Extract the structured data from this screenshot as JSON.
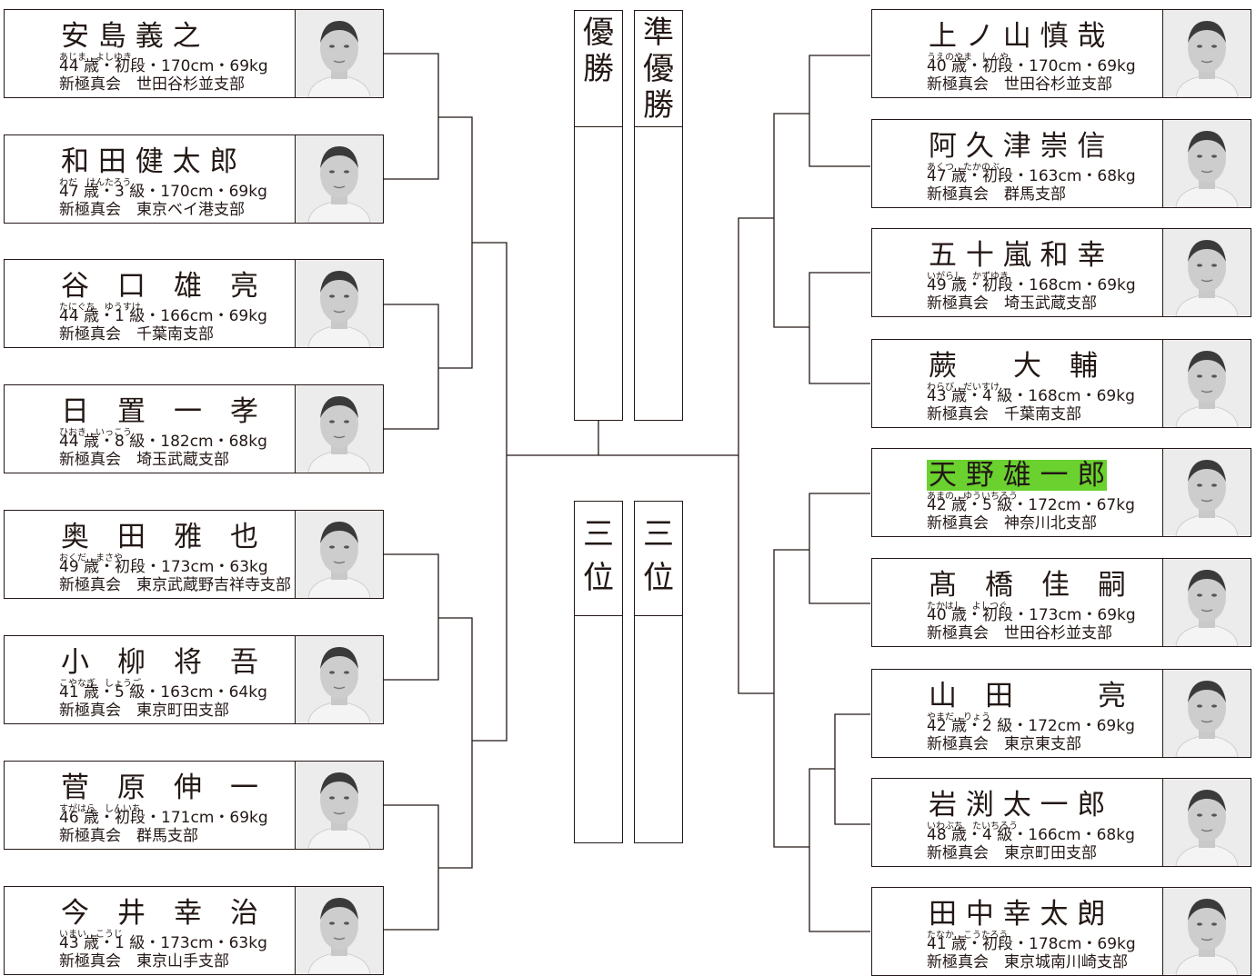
{
  "results": {
    "champion_label": "優\n勝",
    "runner_up_label": "準\n優\n勝",
    "third_label_a": "三\n位",
    "third_label_b": "三\n位"
  },
  "left": [
    {
      "name": "安 島 義 之",
      "furigana": "あじま　よしゆき",
      "stats": "44 歳・初段・170cm・69kg",
      "dojo": "新極真会　世田谷杉並支部"
    },
    {
      "name": "和 田 健 太 郎",
      "furigana": "わだ　けんたろう",
      "stats": "47 歳・3 級・170cm・69kg",
      "dojo": "新極真会　東京ベイ港支部"
    },
    {
      "name": "谷　口　雄　亮",
      "furigana": "たにぐち　ゆうすけ",
      "stats": "44 歳・1 級・166cm・69kg",
      "dojo": "新極真会　千葉南支部"
    },
    {
      "name": "日　置　一　孝",
      "furigana": "ひおき　いっこう",
      "stats": "44 歳・8 級・182cm・68kg",
      "dojo": "新極真会　埼玉武蔵支部"
    },
    {
      "name": "奥　田　雅　也",
      "furigana": "おくだ　まさや",
      "stats": "49 歳・初段・173cm・63kg",
      "dojo": "新極真会　東京武蔵野吉祥寺支部"
    },
    {
      "name": "小　柳　将　吾",
      "furigana": "こやなぎ　しょうご",
      "stats": "41 歳・5 級・163cm・64kg",
      "dojo": "新極真会　東京町田支部"
    },
    {
      "name": "菅　原　伸　一",
      "furigana": "すがはら　しんいち",
      "stats": "46 歳・初段・171cm・69kg",
      "dojo": "新極真会　群馬支部"
    },
    {
      "name": "今　井　幸　治",
      "furigana": "いまい　こうじ",
      "stats": "43 歳・1 級・173cm・63kg",
      "dojo": "新極真会　東京山手支部"
    }
  ],
  "right": [
    {
      "name": "上 ノ 山 慎 哉",
      "furigana": "うえのやま　しんや",
      "stats": "40 歳・初段・170cm・69kg",
      "dojo": "新極真会　世田谷杉並支部"
    },
    {
      "name": "阿 久 津 崇 信",
      "furigana": "あくつ　たかのぶ",
      "stats": "47 歳・初段・163cm・68kg",
      "dojo": "新極真会　群馬支部"
    },
    {
      "name": "五 十 嵐 和 幸",
      "furigana": "いがらし　かずゆき",
      "stats": "49 歳・初段・168cm・69kg",
      "dojo": "新極真会　埼玉武蔵支部"
    },
    {
      "name": "蕨　　大　輔",
      "furigana": "わらび　だいすけ",
      "stats": "43 歳・4 級・168cm・69kg",
      "dojo": "新極真会　千葉南支部"
    },
    {
      "name": "天 野 雄 一 郎",
      "furigana": "あまの　ゆういちろう",
      "stats": "42 歳・5 級・172cm・67kg",
      "dojo": "新極真会　神奈川北支部",
      "highlight": true
    },
    {
      "name": "髙　橋　佳　嗣",
      "furigana": "たかはし　よしつぐ",
      "stats": "40 歳・初段・173cm・69kg",
      "dojo": "新極真会　世田谷杉並支部"
    },
    {
      "name": "山　田　　　亮",
      "furigana": "やまだ　りょう",
      "stats": "42 歳・2 級・172cm・69kg",
      "dojo": "新極真会　東京東支部"
    },
    {
      "name": "岩 渕 太 一 郎",
      "furigana": "いわぶち　たいちろう",
      "stats": "48 歳・4 級・166cm・68kg",
      "dojo": "新極真会　東京町田支部"
    },
    {
      "name": "田 中 幸 太 朗",
      "furigana": "たなか　こうたろう",
      "stats": "41 歳・初段・178cm・69kg",
      "dojo": "新極真会　東京城南川崎支部"
    }
  ]
}
